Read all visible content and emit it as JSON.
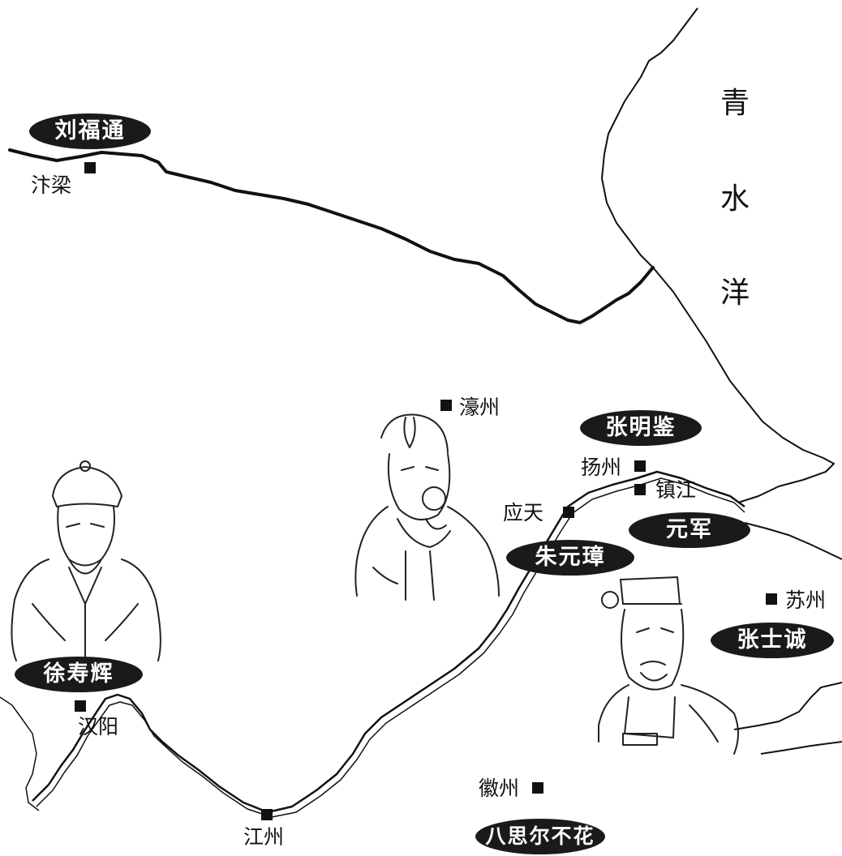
{
  "sea": {
    "chars": [
      "青",
      "水",
      "洋"
    ]
  },
  "factions": {
    "liu_futong": "刘福通",
    "zhang_mingjian": "张明鉴",
    "yuan_army": "元军",
    "zhu_yuanzhang": "朱元璋",
    "zhang_shicheng": "张士诚",
    "xu_shouhui": "徐寿辉",
    "basi_erbuhua": "八思尔不花"
  },
  "cities": {
    "bianliang": "汴梁",
    "haozhou": "濠州",
    "yangzhou": "扬州",
    "zhenjiang": "镇江",
    "yingtian": "应天",
    "suzhou": "苏州",
    "hanyang": "汉阳",
    "jiangzhou": "江州",
    "huizhou": "徽州"
  },
  "colors": {
    "ink": "#111111",
    "badge_bg": "#1a1a1a",
    "badge_text": "#ffffff",
    "paper": "#ffffff"
  }
}
